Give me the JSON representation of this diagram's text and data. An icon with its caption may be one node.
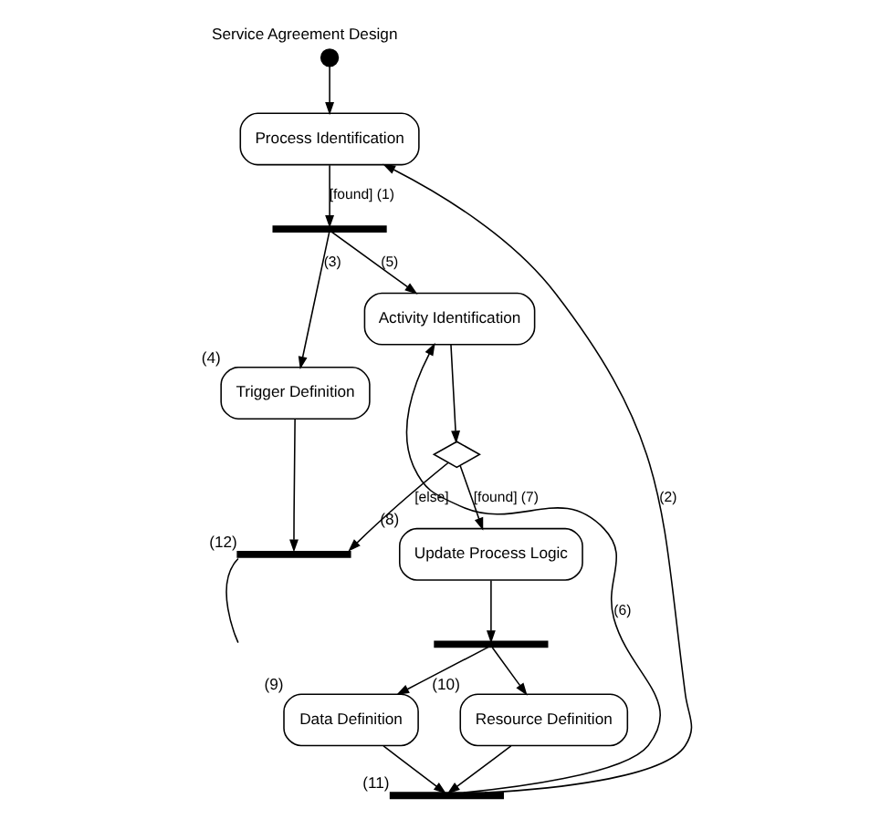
{
  "diagram": {
    "title": "Service Agreement Design",
    "nodes": [
      {
        "text": [],
        "shape": "circle"
      },
      {
        "text": [
          "Process Identification"
        ]
      },
      {
        "text": [],
        "shape": "bar"
      },
      {
        "text": [
          "Activity Identification"
        ]
      },
      {
        "text": [
          "Trigger Definition"
        ],
        "beside": [
          "(4)"
        ]
      },
      {
        "text": [],
        "shape": "diamond"
      },
      {
        "text": [
          "Update Process Logic"
        ],
        "beside": [
          "(8)"
        ]
      },
      {
        "text": [],
        "shape": "bar"
      },
      {
        "text": [
          "Data Definition"
        ],
        "beside": [
          "(9)"
        ]
      },
      {
        "text": [
          "Resource Definition"
        ],
        "beside": [
          "(10)"
        ]
      },
      {
        "text": [],
        "shape": "bar",
        "beside": [
          "(11)"
        ]
      },
      {
        "text": [],
        "shape": "bar",
        "beside": [
          "(12)"
        ]
      }
    ],
    "edges": [
      {
        "from": 0,
        "to": 1,
        "arrow": "to"
      },
      {
        "from": 1,
        "to": 2,
        "arrow": "to",
        "label": "[found] (1)"
      },
      {
        "from": 10,
        "to": 1,
        "arrow": "to",
        "label": "(2)"
      },
      {
        "from": 2,
        "to": 4,
        "arrow": "to",
        "label": "(3)"
      },
      {
        "from": 2,
        "to": 3,
        "arrow": "to",
        "label": "(5)"
      },
      {
        "from": 10,
        "to": 3,
        "arrow": "to",
        "label": "(6)"
      },
      {
        "from": 3,
        "to": 5,
        "arrow": "to"
      },
      {
        "from": 5,
        "to": 11,
        "arrow": "to",
        "label": "[else]"
      },
      {
        "from": 5,
        "to": 6,
        "arrow": "to",
        "label": "[found] (7)"
      },
      {
        "from": 6,
        "to": 7,
        "arrow": "to"
      },
      {
        "from": 7,
        "to": 8,
        "arrow": "to"
      },
      {
        "from": 7,
        "to": 9,
        "arrow": "to"
      },
      {
        "from": 8,
        "to": 10,
        "arrow": "to"
      },
      {
        "from": 9,
        "to": 10,
        "arrow": "to"
      },
      {
        "from": 4,
        "to": 11,
        "arrow": "to"
      },
      {
        "from": 11,
        "to": null,
        "arrow": "none"
      }
    ]
  }
}
